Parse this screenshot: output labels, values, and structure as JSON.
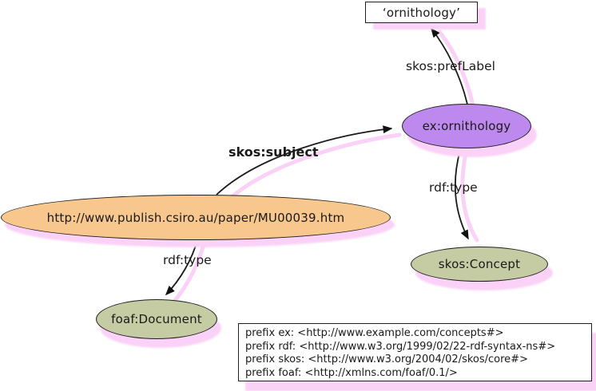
{
  "graph": {
    "nodes": {
      "literal": {
        "label": "‘ornithology’",
        "kind": "literal"
      },
      "concept": {
        "label": "ex:ornithology",
        "kind": "concept"
      },
      "resource": {
        "label": "http://www.publish.csiro.au/paper/MU00039.htm",
        "kind": "resource"
      },
      "skos_concept": {
        "label": "skos:Concept",
        "kind": "class"
      },
      "foaf_document": {
        "label": "foaf:Document",
        "kind": "class"
      }
    },
    "edges": {
      "pref_label": {
        "label": "skos:prefLabel",
        "from": "concept",
        "to": "literal"
      },
      "subject": {
        "label": "skos:subject",
        "from": "resource",
        "to": "concept"
      },
      "type_concept": {
        "label": "rdf:type",
        "from": "concept",
        "to": "skos_concept"
      },
      "type_document": {
        "label": "rdf:type",
        "from": "resource",
        "to": "foaf_document"
      }
    }
  },
  "prefix_panel": {
    "lines": [
      "prefix ex: <http://www.example.com/concepts#>",
      "prefix rdf: <http://www.w3.org/1999/02/22-rdf-syntax-ns#>",
      "prefix skos: <http://www.w3.org/2004/02/skos/core#>",
      "prefix foaf: <http://xmlns.com/foaf/0.1/>"
    ]
  },
  "colors": {
    "concept_fill": "#BD89EE",
    "resource_fill": "#F8C78E",
    "class_fill": "#C5CCA3",
    "literal_fill": "#FFFFFF",
    "highlight_pink": "#FBD2F7",
    "edge_stroke": "#1A1A1A"
  }
}
